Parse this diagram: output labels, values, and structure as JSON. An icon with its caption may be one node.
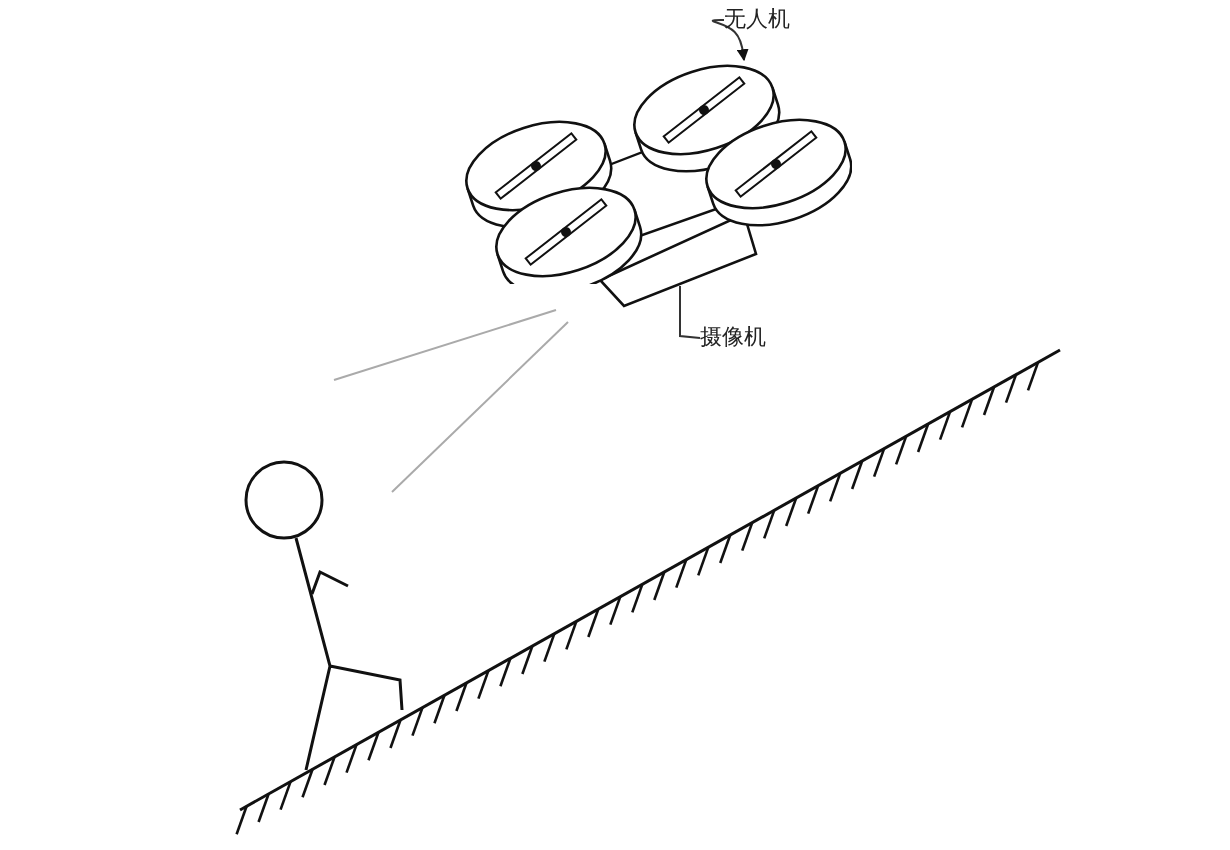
{
  "diagram": {
    "nodes": [
      {
        "text": [
          "无人机"
        ]
      },
      {
        "text": [],
        "shape": "picture"
      },
      {
        "text": [
          "摄像机"
        ]
      },
      {
        "text": [],
        "shape": "box"
      }
    ],
    "edges": [
      {
        "from": 0,
        "to": 1,
        "arrow": "to"
      },
      {
        "from": 2,
        "to": 3,
        "arrow": "none"
      }
    ]
  }
}
